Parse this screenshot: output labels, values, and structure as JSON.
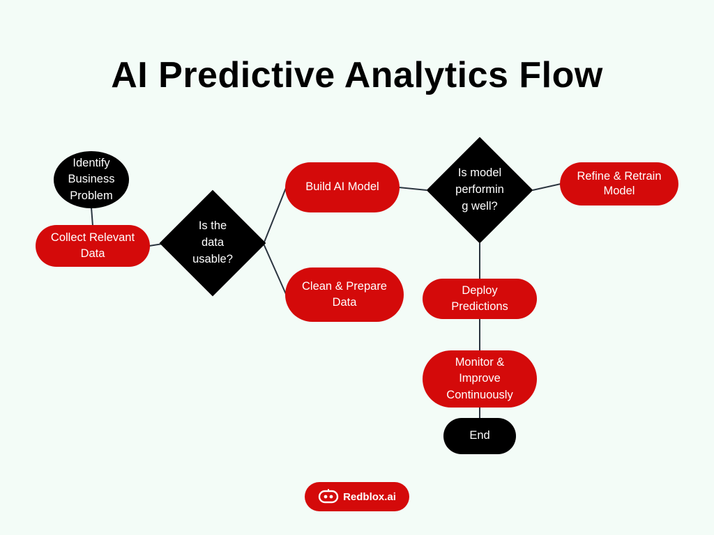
{
  "title": "AI Predictive Analytics Flow",
  "nodes": {
    "identify": "Identify\nBusiness\nProblem",
    "collect": "Collect Relevant\nData",
    "usable": "Is the\ndata\nusable?",
    "build": "Build AI Model",
    "clean": "Clean & Prepare\nData",
    "performing": "Is model\nperformin\ng well?",
    "refine": "Refine & Retrain\nModel",
    "deploy": "Deploy\nPredictions",
    "monitor": "Monitor &\nImprove\nContinuously",
    "end": "End"
  },
  "logo": {
    "text": "Redblox.ai",
    "icon": "redblox-robot-icon"
  },
  "colors": {
    "background": "#f3fcf7",
    "red": "#d40a0a",
    "black": "#000000",
    "line": "#2b3540"
  }
}
